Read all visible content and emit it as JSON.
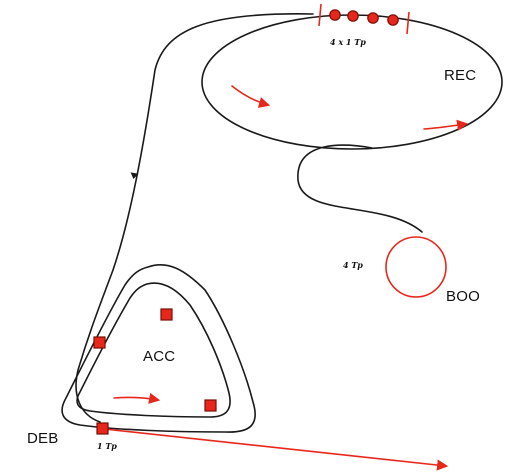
{
  "labels": {
    "rec": "REC",
    "boo": "BOO",
    "acc": "ACC",
    "deb": "DEB"
  },
  "notes": {
    "rec_bunches": "4 x 1 Tp",
    "boo_beam": "4 Tp",
    "deb_beam": "1 Tp"
  },
  "colors": {
    "beam": "#e8271c",
    "bunch_fill": "#e8271c",
    "bunch_outline": "#7a0d06",
    "track": "#1a1a1a"
  }
}
